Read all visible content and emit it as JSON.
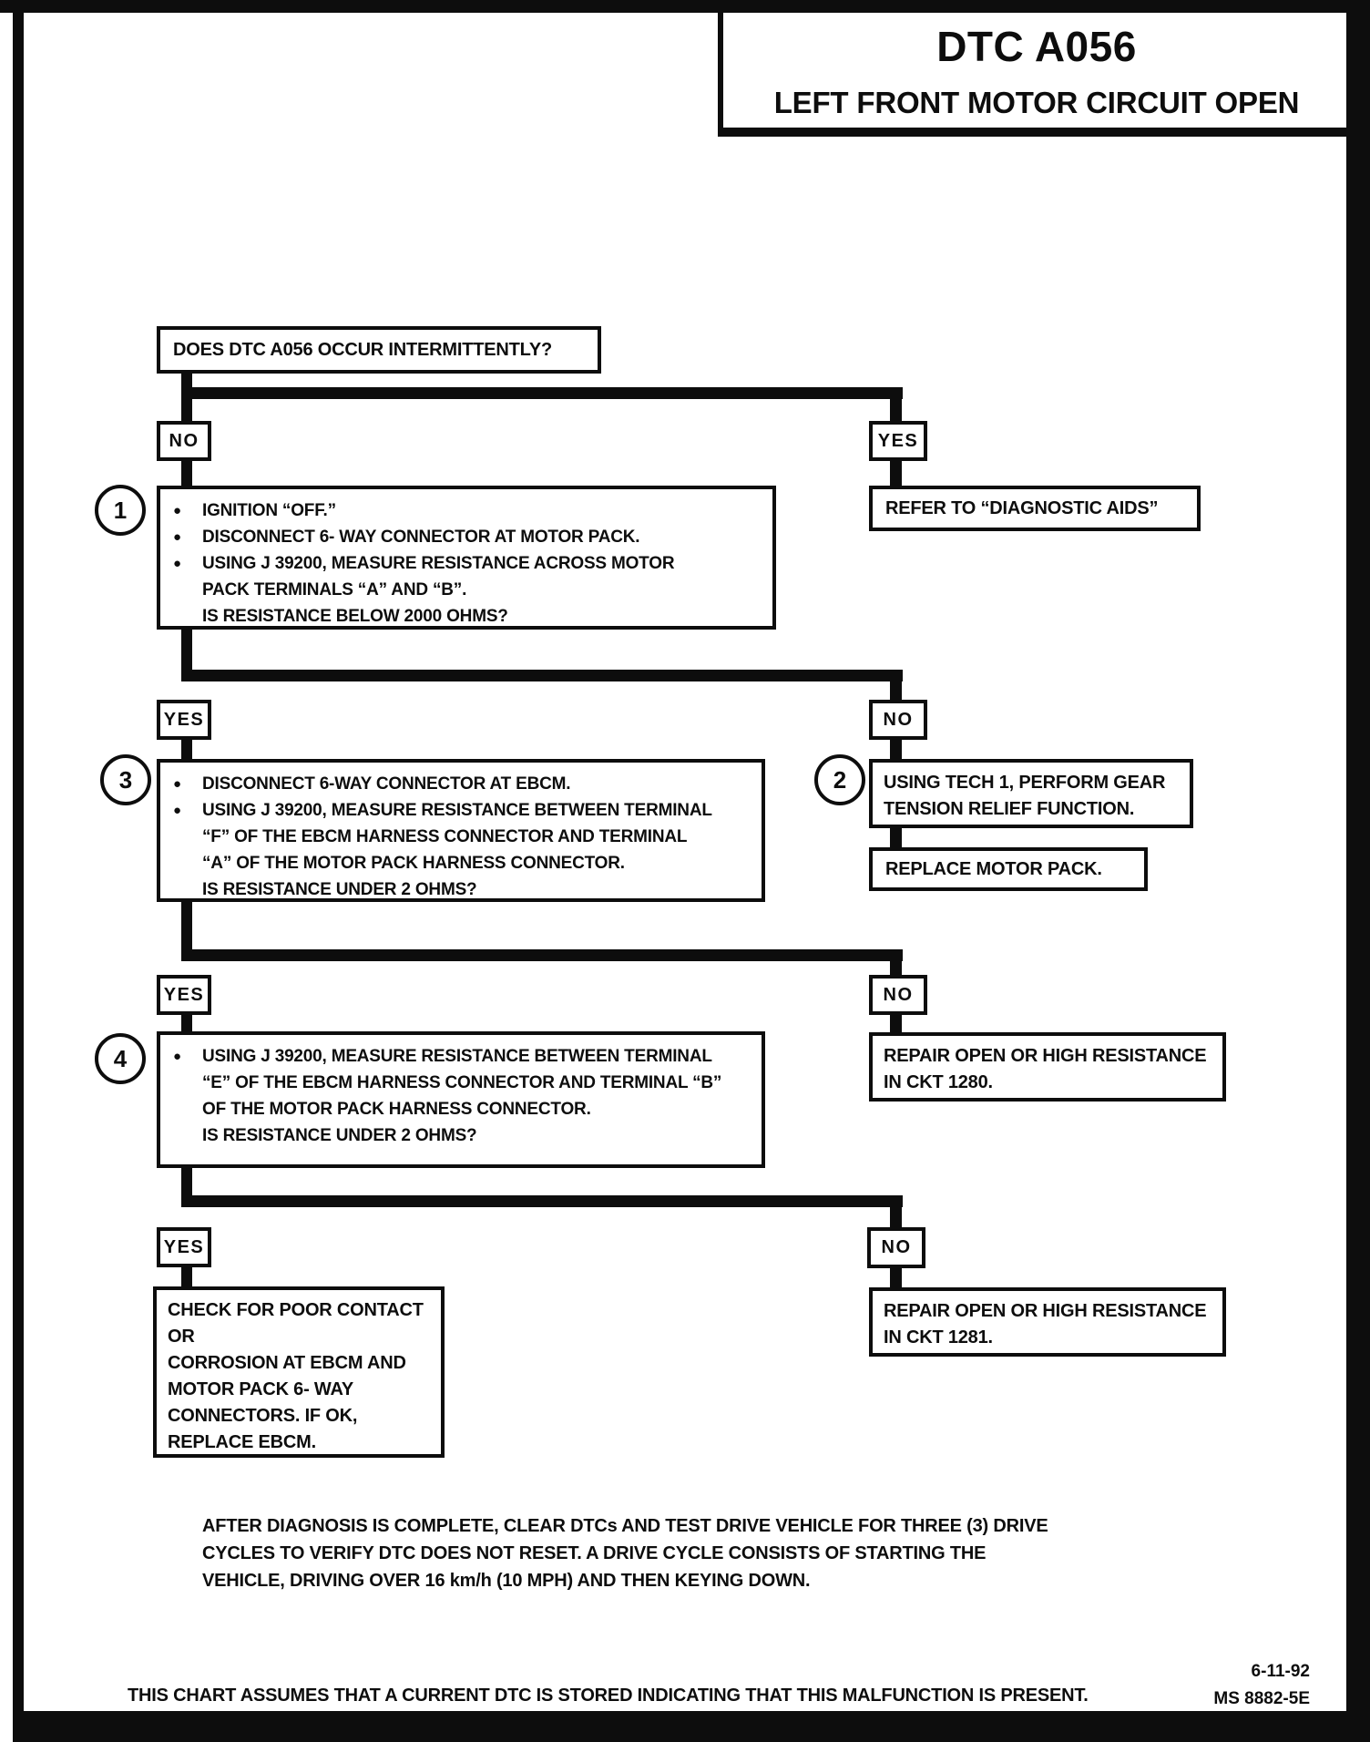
{
  "title": {
    "line1": "DTC A056",
    "line2": "LEFT FRONT MOTOR CIRCUIT OPEN"
  },
  "glyphs": {
    "bullet": "●"
  },
  "labels": {
    "yes": "YES",
    "no": "NO"
  },
  "q1": "DOES DTC A056 OCCUR INTERMITTENTLY?",
  "refer_aids": "REFER TO “DIAGNOSTIC AIDS”",
  "step1": {
    "num": "1",
    "bullet1": "IGNITION “OFF.”",
    "bullet2": "DISCONNECT 6- WAY CONNECTOR AT MOTOR PACK.",
    "bullet3": [
      "USING J 39200, MEASURE RESISTANCE ACROSS MOTOR",
      "PACK TERMINALS “A” AND “B”."
    ],
    "question": "IS RESISTANCE BELOW 2000 OHMS?"
  },
  "step2": {
    "num": "2",
    "text": [
      "USING TECH 1, PERFORM GEAR",
      "TENSION RELIEF FUNCTION."
    ]
  },
  "replace_motor_pack": "REPLACE MOTOR PACK.",
  "step3": {
    "num": "3",
    "bullet1": "DISCONNECT 6-WAY CONNECTOR AT EBCM.",
    "bullet2": [
      "USING J 39200, MEASURE RESISTANCE BETWEEN TERMINAL",
      "“F” OF THE EBCM HARNESS CONNECTOR AND TERMINAL",
      "“A” OF THE MOTOR PACK HARNESS CONNECTOR."
    ],
    "question": "IS RESISTANCE UNDER 2 OHMS?"
  },
  "step4": {
    "num": "4",
    "bullet1": [
      "USING J 39200, MEASURE RESISTANCE BETWEEN TERMINAL",
      "“E” OF THE EBCM HARNESS CONNECTOR AND TERMINAL “B”",
      "OF THE MOTOR PACK HARNESS CONNECTOR."
    ],
    "question": "IS RESISTANCE UNDER  2 OHMS?"
  },
  "repair_1280": [
    "REPAIR OPEN OR HIGH RESISTANCE",
    "IN CKT 1280."
  ],
  "repair_1281": [
    "REPAIR OPEN OR HIGH RESISTANCE",
    "IN CKT 1281."
  ],
  "check_contact": [
    "CHECK FOR POOR CONTACT",
    "OR",
    "CORROSION AT EBCM AND",
    "MOTOR PACK 6- WAY",
    "CONNECTORS.  IF OK,",
    "REPLACE EBCM."
  ],
  "footer": {
    "note": [
      "AFTER DIAGNOSIS IS COMPLETE, CLEAR DTCs AND TEST DRIVE VEHICLE FOR THREE (3) DRIVE",
      "CYCLES TO VERIFY DTC DOES NOT RESET.  A DRIVE CYCLE CONSISTS OF STARTING THE",
      "VEHICLE, DRIVING OVER 16 km/h (10 MPH) AND THEN KEYING DOWN."
    ],
    "assumption": "THIS CHART ASSUMES THAT A CURRENT DTC IS STORED INDICATING THAT THIS MALFUNCTION IS PRESENT.",
    "date": "6-11-92",
    "doc_number": "MS 8882-5E"
  },
  "colors": {
    "ink": "#0d0d0d",
    "paper": "#ffffff"
  }
}
